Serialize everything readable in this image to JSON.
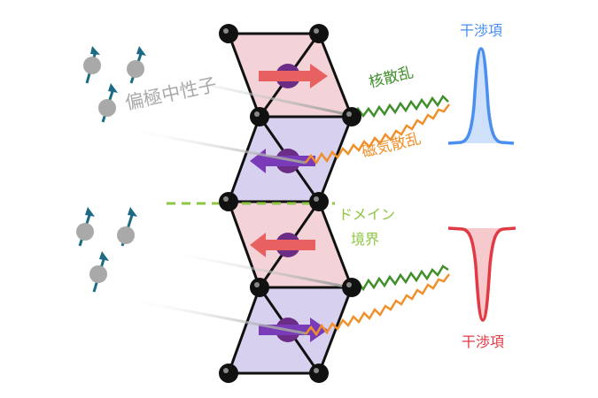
{
  "labels": {
    "polarized_neutrons": "偏極中性子",
    "nuclear_scattering": "核散乱",
    "magnetic_scattering": "磁気散乱",
    "domain_boundary_line1": "ドメイン",
    "domain_boundary_line2": "境界",
    "interference_top": "干渉項",
    "interference_bottom": "干渉項"
  },
  "colors": {
    "pink_face": "#f3d3d8",
    "lavender_face": "#d7d1ef",
    "atom": "#111111",
    "moment_atom": "#6b2d86",
    "arrow_red": "#e86060",
    "arrow_purple": "#7a3bb8",
    "neutron_grey": "#a9a9a9",
    "spin_arrow": "#1c6b84",
    "nuclear_wave": "#3f8f2a",
    "magnetic_wave": "#f0902a",
    "boundary_line": "#8cc642",
    "peak_blue": "#4a8ff0",
    "peak_blue_fill": "#cfe0fb",
    "peak_red": "#e23a44",
    "peak_red_fill": "#f6c9cc",
    "label_grey": "#aaaaaa",
    "label_green": "#3f8f2a",
    "label_orange": "#f0902a",
    "label_lightgreen": "#8cc642"
  }
}
